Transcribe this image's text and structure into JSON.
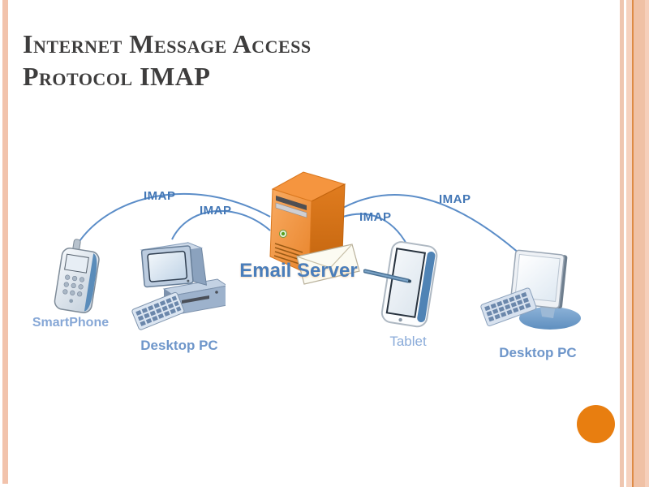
{
  "slide": {
    "title_lines": [
      "Internet Message Access",
      "Protocol IMAP"
    ]
  },
  "diagram": {
    "server": {
      "label": "Email Server",
      "icon": "email-server-icon"
    },
    "devices": [
      {
        "id": "smartphone",
        "label": "SmartPhone",
        "icon": "smartphone-icon"
      },
      {
        "id": "desktop-left",
        "label": "Desktop PC",
        "icon": "desktop-pc-icon"
      },
      {
        "id": "tablet",
        "label": "Tablet",
        "icon": "tablet-icon"
      },
      {
        "id": "desktop-right",
        "label": "Desktop PC",
        "icon": "desktop-pc-icon"
      }
    ],
    "connections": [
      {
        "from": "smartphone",
        "to": "server",
        "label": "IMAP"
      },
      {
        "from": "desktop-left",
        "to": "server",
        "label": "IMAP"
      },
      {
        "from": "tablet",
        "to": "server",
        "label": "IMAP"
      },
      {
        "from": "desktop-right",
        "to": "server",
        "label": "IMAP"
      }
    ]
  },
  "colors": {
    "accent_orange": "#e87e10",
    "server_orange": "#e8842b",
    "connection_blue": "#5b8dc8",
    "label_blue": "#4a7ebb",
    "frame_peach": "#f2c3ac",
    "title_gray": "#3e3d3d"
  }
}
